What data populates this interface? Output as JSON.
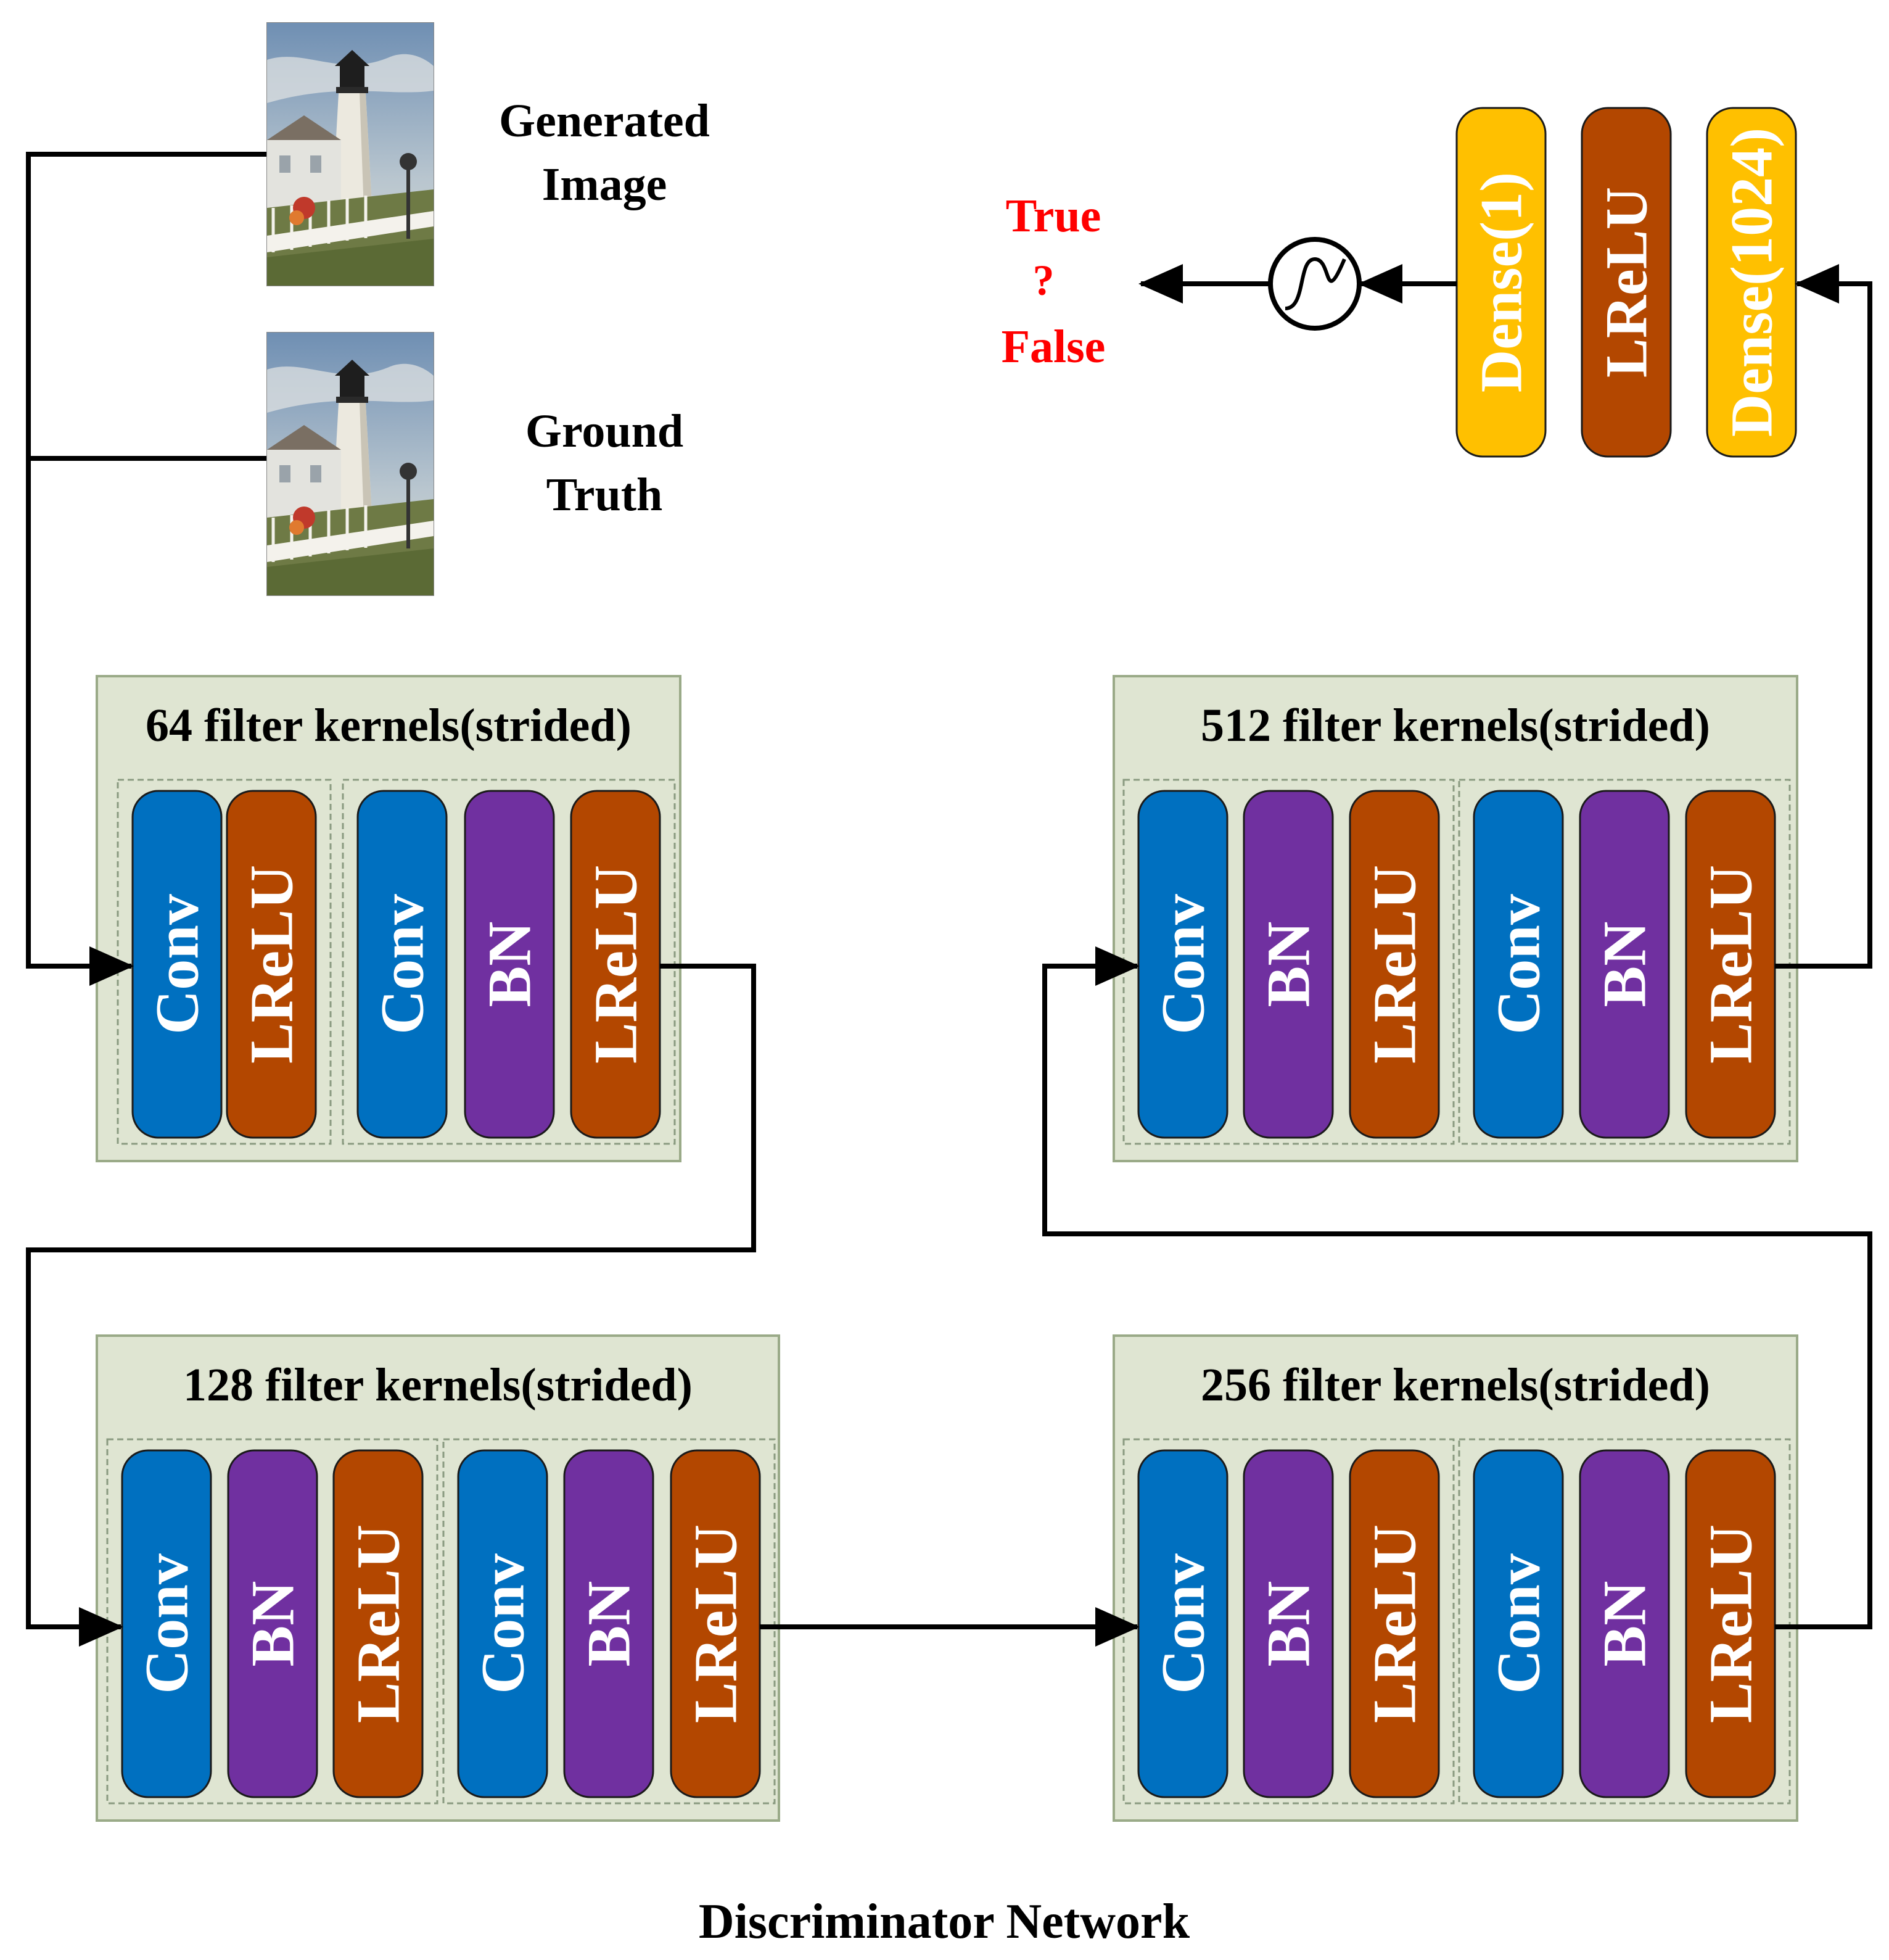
{
  "inputs": {
    "generated": {
      "label": [
        "Generated",
        "Image"
      ],
      "image": "lighthouse-photo"
    },
    "ground_truth": {
      "label": [
        "Ground",
        "Truth"
      ],
      "image": "lighthouse-photo"
    }
  },
  "output": {
    "true_label": "True",
    "question": "?",
    "false_label": "False",
    "sigmoid_icon": "sigmoid-icon"
  },
  "head_layers": [
    "Dense(1)",
    "LReLU",
    "Dense(1024)"
  ],
  "blocks": [
    {
      "id": "b64",
      "title": "64 filter kernels(strided)",
      "groups": [
        [
          "Conv",
          "LReLU"
        ],
        [
          "Conv",
          "BN",
          "LReLU"
        ]
      ]
    },
    {
      "id": "b128",
      "title": "128 filter kernels(strided)",
      "groups": [
        [
          "Conv",
          "BN",
          "LReLU"
        ],
        [
          "Conv",
          "BN",
          "LReLU"
        ]
      ]
    },
    {
      "id": "b256",
      "title": "256 filter kernels(strided)",
      "groups": [
        [
          "Conv",
          "BN",
          "LReLU"
        ],
        [
          "Conv",
          "BN",
          "LReLU"
        ]
      ]
    },
    {
      "id": "b512",
      "title": "512 filter kernels(strided)",
      "groups": [
        [
          "Conv",
          "BN",
          "LReLU"
        ],
        [
          "Conv",
          "BN",
          "LReLU"
        ]
      ]
    }
  ],
  "caption": "Discriminator Network",
  "colors": {
    "Conv": "#0070C0",
    "BN": "#7030A0",
    "LReLU": "#B34700",
    "Dense": "#FFC000",
    "block_fill": "#DFE5D2",
    "block_border": "#9AAA88",
    "output_text": "#FF0000",
    "line": "#000000"
  }
}
